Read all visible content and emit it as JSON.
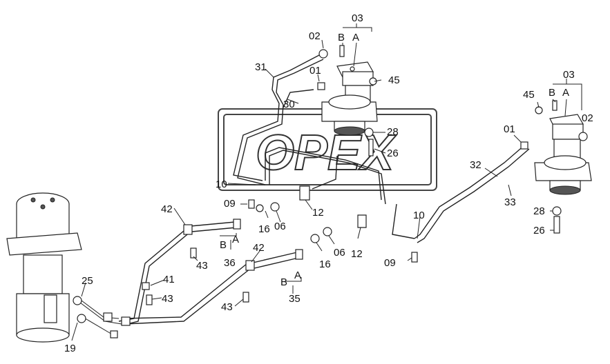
{
  "watermark": "OPEX",
  "callouts": {
    "c03_top": "03",
    "b_top": "B",
    "a_top": "A",
    "c02_top": "02",
    "c01_top": "01",
    "c45_top": "45",
    "c31": "31",
    "c30": "30",
    "c28_top": "28",
    "c26_top": "26",
    "c03_right": "03",
    "b_right": "B",
    "a_right": "A",
    "c45_right": "45",
    "c02_right": "02",
    "c01_right": "01",
    "c32": "32",
    "c33": "33",
    "c28_right": "28",
    "c26_right": "26",
    "c10_left": "10",
    "c09_left": "09",
    "c12_left": "12",
    "c16_left": "16",
    "c06_left": "06",
    "c42_left": "42",
    "b_36": "B",
    "a_36": "A",
    "c36": "36",
    "c43_a": "43",
    "c12_mid": "12",
    "c06_mid": "06",
    "c16_mid": "16",
    "c10_right": "10",
    "c09_right": "09",
    "c42_mid": "42",
    "b_35": "B",
    "a_35": "A",
    "c35": "35",
    "c41": "41",
    "c43_b": "43",
    "c43_c": "43",
    "c25": "25",
    "c19": "19"
  }
}
